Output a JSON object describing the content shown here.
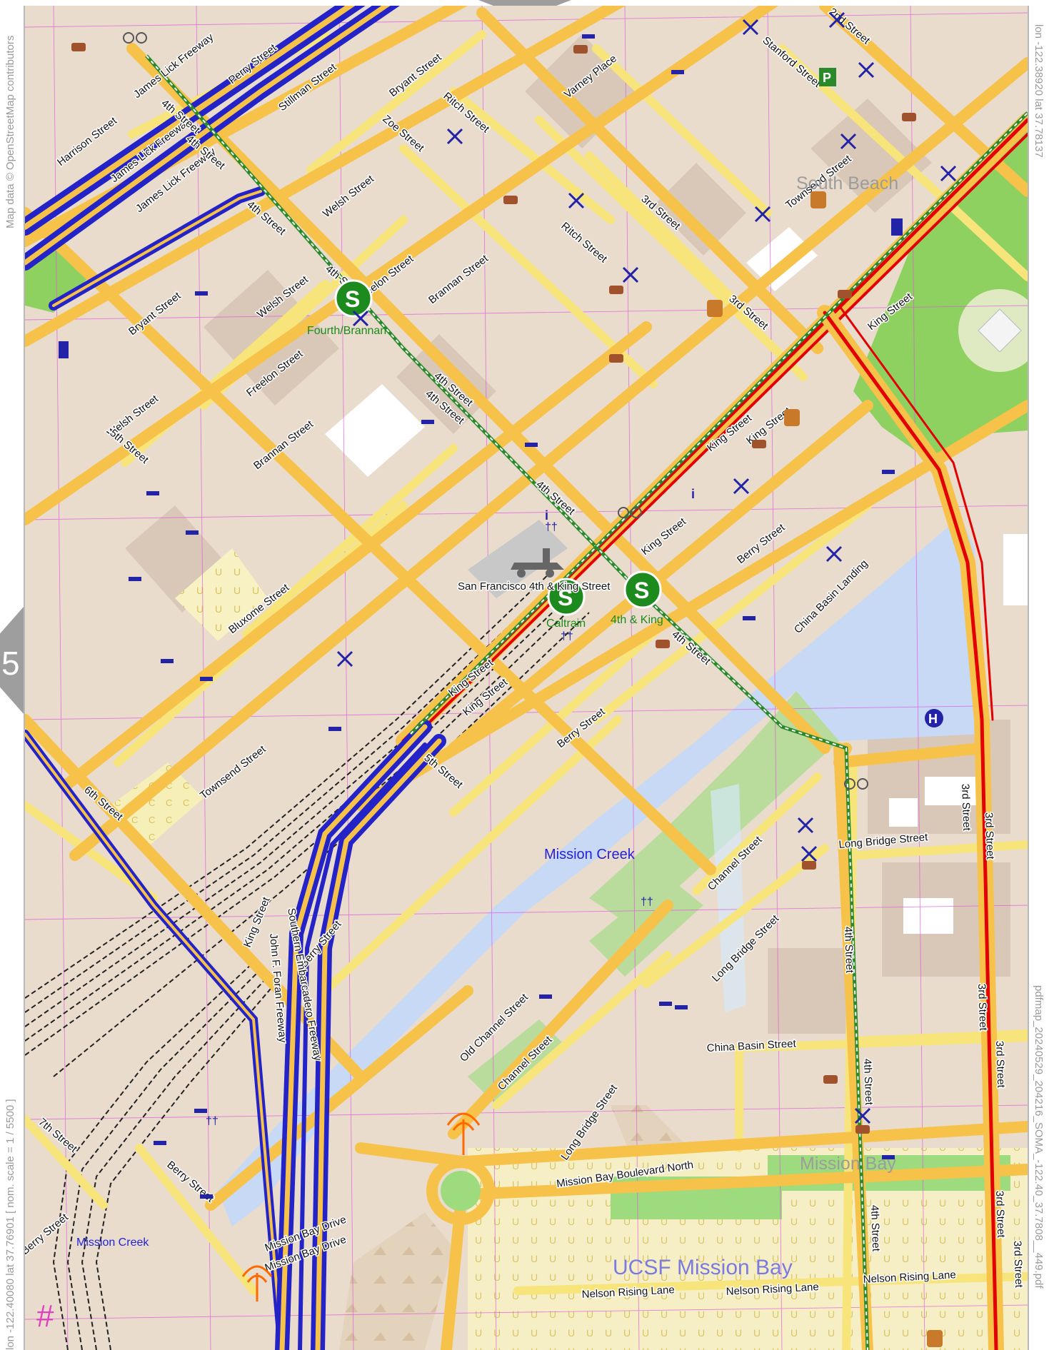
{
  "attribution": "Map data © OpenStreetMap contributors",
  "coords": {
    "top_right": "lon -122.38920 lat 37.78137",
    "bottom_left": "lon -122.40080 lat 37.76901 [ nom. scale = 1 / 5500 ]"
  },
  "filename": "pdfmap_20240529_204216_SOMA_-122.40_37.7808__449.pdf",
  "page_ref": {
    "left": "5"
  },
  "symbols": {
    "hash": "#"
  },
  "colors": {
    "land": "#e9dccd",
    "water": "#c8d9f5",
    "park": "#8fd160",
    "motorway": "#2323c8",
    "primary": "#f7c24a",
    "secondary": "#f7e47a",
    "trunk": "#e20000",
    "rail": "#222222",
    "grid": "#e050e0"
  },
  "streets": {
    "harrison": "Harrison Street",
    "perry": "Perry Street",
    "stillman": "Stillman Street",
    "james_lick_1": "James Lick Freeway",
    "james_lick_2": "James Lick Freeway",
    "james_lick_3": "James Lick Freeway",
    "bryant_1": "Bryant Street",
    "bryant_2": "Bryant Street",
    "zoe": "Zoe Street",
    "ritch_1": "Ritch Street",
    "ritch_2": "Ritch Street",
    "varney": "Varney Place",
    "stanford": "Stanford Street",
    "second": "2nd Street",
    "welsh_1": "Welsh Street",
    "welsh_2": "Welsh Street",
    "welsh_3": "Welsh Street",
    "freelon_1": "Freelon Street",
    "freelon_2": "Freelon Street",
    "brannan_1": "Brannan Street",
    "brannan_2": "Brannan Street",
    "fourth_1": "4th Street",
    "fourth_2": "4th Street",
    "fourth_3": "4th Street",
    "fourth_4": "4th Street",
    "fourth_5": "4th Street",
    "fourth_6": "4th Street",
    "fourth_7": "4th Street",
    "fourth_8": "4th Street",
    "fourth_9": "4th Street",
    "fourth_10": "4th Street",
    "fourth_11": "4th Street",
    "third_1": "3rd Street",
    "third_2": "3rd Street",
    "third_3": "3rd Street",
    "third_4": "3rd Street",
    "third_5": "3rd Street",
    "third_6": "3rd Street",
    "third_7": "3rd Street",
    "third_8": "3rd Street",
    "townsend_1": "Townsend Street",
    "townsend_2": "Townsend Street",
    "king_1": "King Street",
    "king_2": "King Street",
    "king_3": "King Street",
    "king_4": "King Street",
    "king_5": "King Street",
    "king_6": "King Street",
    "king_7": "King Street",
    "fifth_1": "5th Street",
    "fifth_2": "5th Street",
    "sixth": "6th Street",
    "seventh": "7th Street",
    "bluxome": "Bluxome Street",
    "berry_1": "Berry Street",
    "berry_2": "Berry Street",
    "berry_3": "Berry Street",
    "berry_4": "Berry Street",
    "berry_5": "Berry Street",
    "china_basin_landing": "China Basin Landing",
    "channel_1": "Channel Street",
    "channel_2": "Channel Street",
    "long_bridge_1": "Long Bridge Street",
    "long_bridge_2": "Long Bridge Street",
    "long_bridge_3": "Long Bridge Street",
    "old_channel": "Old Channel Street",
    "china_basin": "China Basin Street",
    "foran": "John F. Foran Freeway",
    "embarcadero": "Southern Embarcadero Freeway",
    "mission_bay_blvd": "Mission Bay Boulevard North",
    "mission_bay_dr_1": "Mission Bay Drive",
    "mission_bay_dr_2": "Mission Bay Drive",
    "nelson_1": "Nelson Rising Lane",
    "nelson_2": "Nelson Rising Lane",
    "nelson_3": "Nelson Rising Lane"
  },
  "places": {
    "south_beach": "South Beach",
    "mission_bay": "Mission Bay",
    "ucsf": "UCSF Mission Bay",
    "mission_creek": "Mission Creek",
    "mission_creek_small": "Mission Creek"
  },
  "stations": {
    "fourth_brannan": "Fourth/Brannan",
    "sf_4th_king": "San Francisco 4th & King Street",
    "caltrain": "Caltrain",
    "fourth_king": "4th & King"
  },
  "icons": {
    "metro": "s-metro-icon",
    "train": "train-icon",
    "cafe": "cafe-icon",
    "restaurant": "restaurant-icon",
    "fastfood": "fastfood-icon",
    "info": "info-icon",
    "toilets": "toilets-icon",
    "hotel": "hotel-icon",
    "parking": "parking-icon",
    "bicycle": "bicycle-icon",
    "fuel": "fuel-icon",
    "antenna": "antenna-icon",
    "bench": "bench-icon"
  }
}
